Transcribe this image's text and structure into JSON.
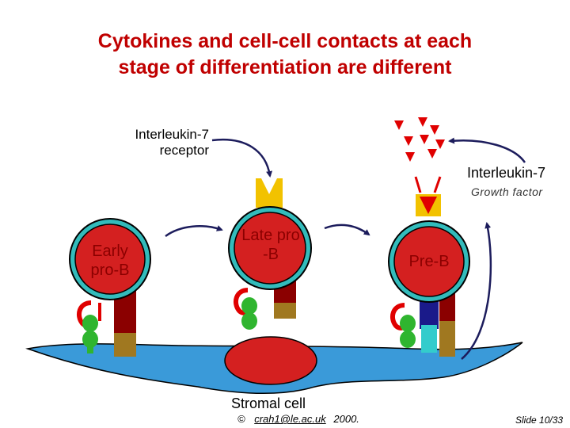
{
  "title_line1": "Cytokines and cell-cell contacts at each",
  "title_line2": "stage of differentiation are different",
  "labels": {
    "il7_receptor_line1": "Interleukin-7",
    "il7_receptor_line2": "receptor",
    "il7": "Interleukin-7",
    "growth_factor": "Growth factor",
    "stromal_cell": "Stromal cell"
  },
  "cells": {
    "early_line1": "Early",
    "early_line2": "pro-B",
    "late_line1": "Late pro",
    "late_line2": "-B",
    "preb": "Pre-B"
  },
  "footer": {
    "copyright_symbol": "©",
    "email": "crah1@le.ac.uk",
    "year": "2000.",
    "slide": "Slide 10/33"
  },
  "colors": {
    "title": "#c00000",
    "cell_fill": "#33bbbb",
    "nucleus": "#d42020",
    "stromal": "#3a9ad9",
    "arrow": "#1c1c5c",
    "ligand_red": "#e00000",
    "receptor_yellow": "#f2c200",
    "green": "#2fb52f"
  }
}
